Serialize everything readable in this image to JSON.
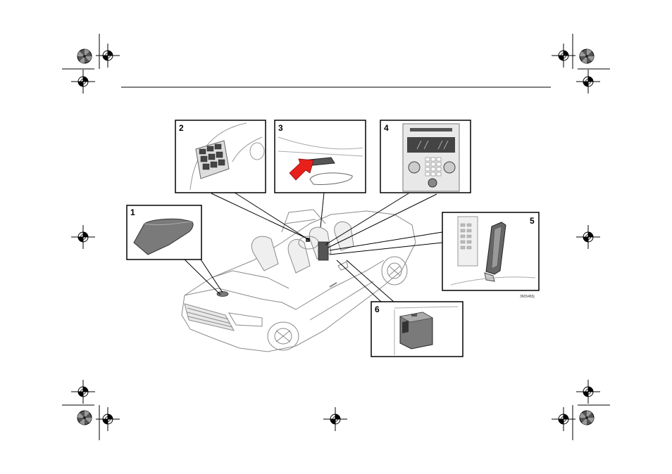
{
  "figure": {
    "callouts": [
      {
        "id": 1,
        "label": "1",
        "name": "roof-antenna"
      },
      {
        "id": 2,
        "label": "2",
        "name": "steering-wheel-keypad"
      },
      {
        "id": 3,
        "label": "3",
        "name": "ceiling-microphone"
      },
      {
        "id": 4,
        "label": "4",
        "name": "center-console-panel"
      },
      {
        "id": 5,
        "label": "5",
        "name": "phone-holder"
      },
      {
        "id": 6,
        "label": "6",
        "name": "control-module"
      }
    ],
    "image_code": "3605483j"
  },
  "colors": {
    "frame": "#000000",
    "car_line": "#8a8a8a",
    "component_fill": "#7a7a7a",
    "arrow": "#e8201c"
  }
}
